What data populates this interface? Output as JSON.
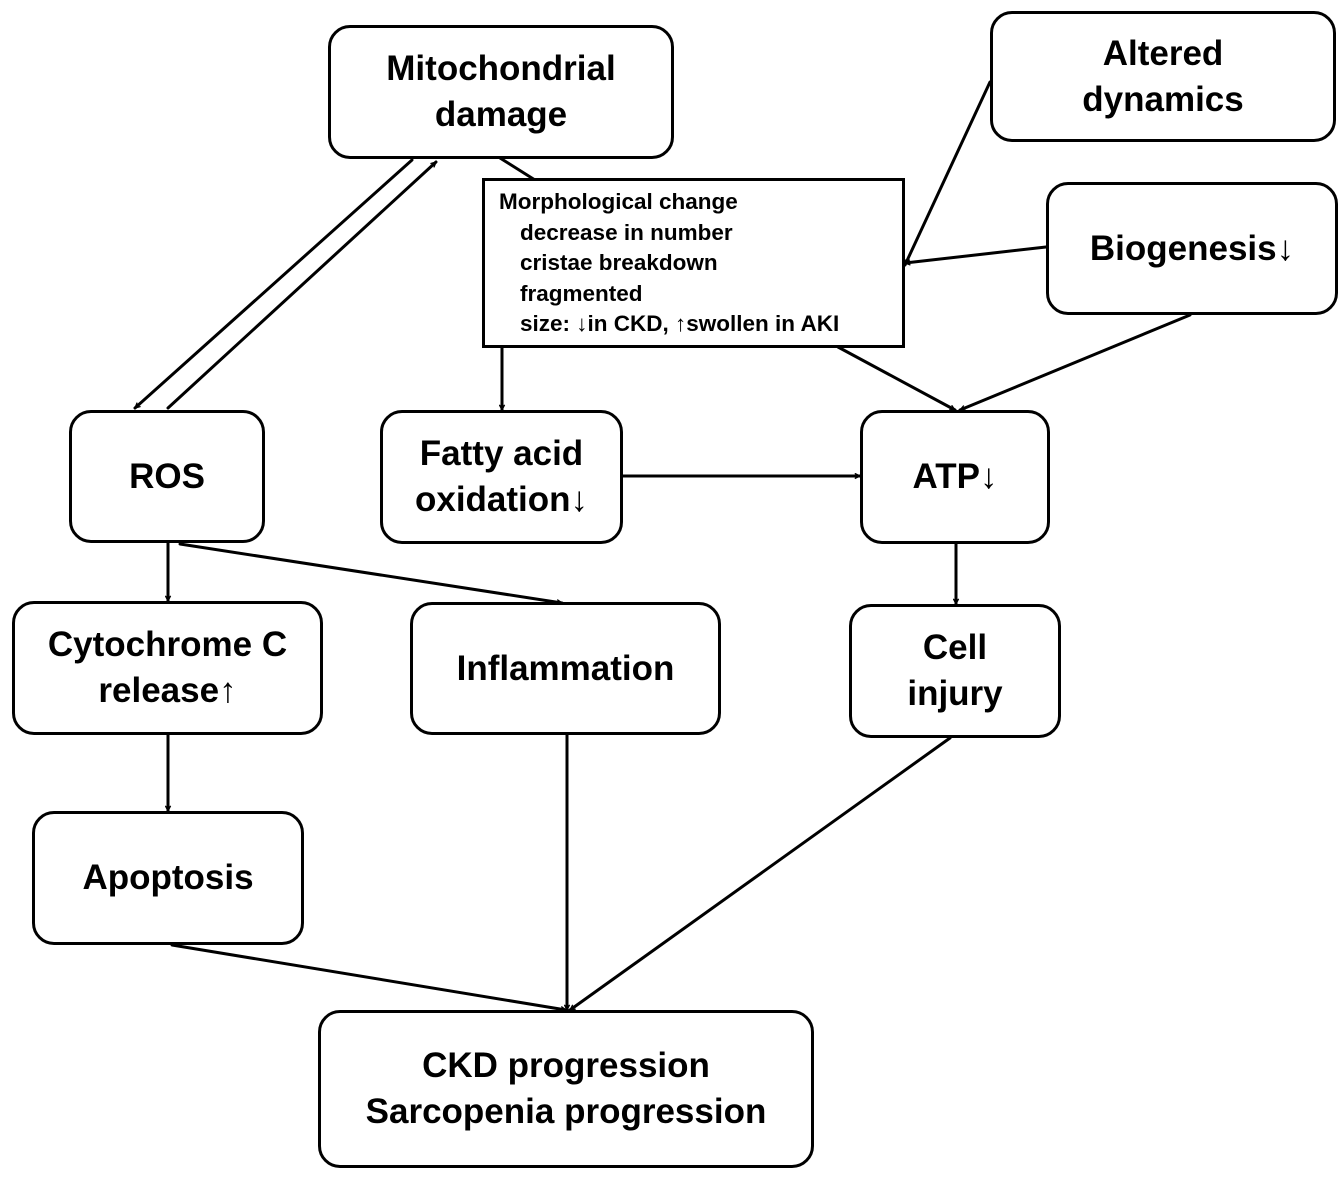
{
  "nodes": {
    "mito_damage": "Mitochondrial\ndamage",
    "altered_dynamics": "Altered\ndynamics",
    "biogenesis": "Biogenesis↓",
    "ros": "ROS",
    "fao": "Fatty acid\noxidation↓",
    "atp": "ATP↓",
    "cyto_c": "Cytochrome C\nrelease↑",
    "inflammation": "Inflammation",
    "cell_injury": "Cell\ninjury",
    "apoptosis": "Apoptosis",
    "outcome": "CKD progression\nSarcopenia progression"
  },
  "morphology": {
    "title": "Morphological change",
    "items": [
      "decrease in number",
      "cristae breakdown",
      "fragmented",
      "size: ↓in CKD, ↑swollen in AKI"
    ]
  },
  "colors": {
    "stroke": "#000000",
    "fill": "#ffffff"
  }
}
